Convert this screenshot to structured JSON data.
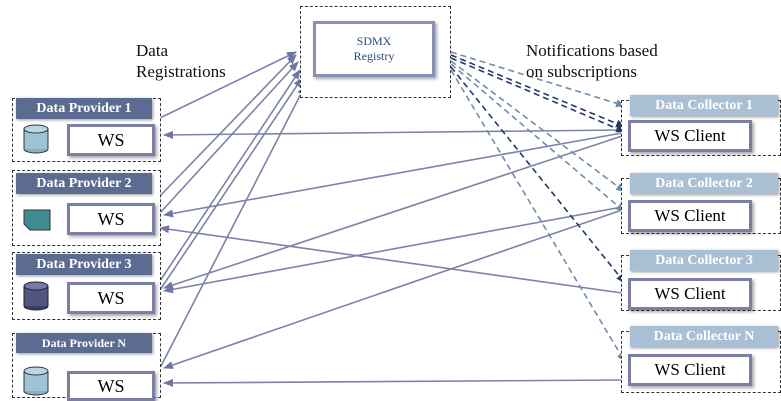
{
  "captions": {
    "data_registrations": [
      "Data",
      "Registrations"
    ],
    "notifications": [
      "Notifications based",
      "on subscriptions"
    ]
  },
  "registry": {
    "line1": "SDMX",
    "line2": "Registry"
  },
  "providers": [
    {
      "label": "Data Provider 1",
      "service": "WS",
      "icon": "cylinder-icon"
    },
    {
      "label": "Data Provider 2",
      "service": "WS",
      "icon": "document-icon"
    },
    {
      "label": "Data Provider 3",
      "service": "WS",
      "icon": "cylinder-icon"
    },
    {
      "label": "Data Provider N",
      "service": "WS",
      "icon": "cylinder-icon"
    }
  ],
  "collectors": [
    {
      "label": "Data Collector 1",
      "service": "WS Client"
    },
    {
      "label": "Data Collector 2",
      "service": "WS Client"
    },
    {
      "label": "Data Collector 3",
      "service": "WS Client"
    },
    {
      "label": "Data Collector N",
      "service": "WS Client"
    }
  ],
  "colors": {
    "provider_label": "#5b6b91",
    "collector_label": "#a9bfd4",
    "box_border": "#7a7fa3",
    "arrow": "#7c82a8",
    "notify_dark": "#1f3a6b",
    "notify_light": "#6f8caa"
  }
}
